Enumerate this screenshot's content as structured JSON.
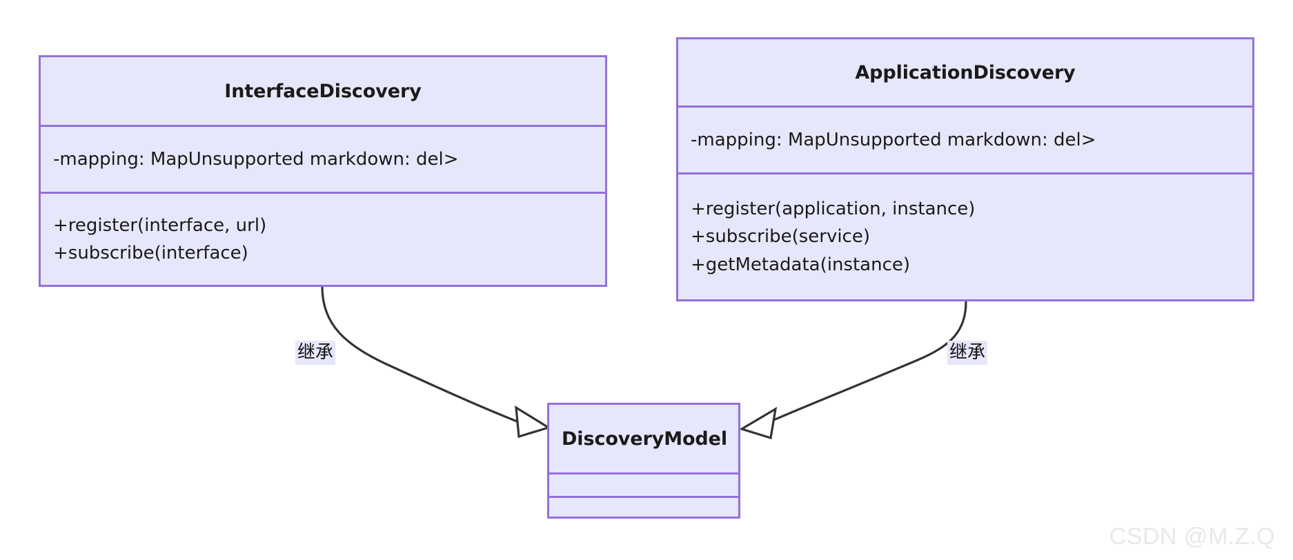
{
  "diagram": {
    "type": "uml-class-diagram",
    "background": "#ffffff",
    "palette": {
      "box_fill": "#e7e7fb",
      "box_border": "#9370db",
      "edge_stroke": "#333333",
      "text": "#1a1a1a",
      "watermark": "#e8e8e8"
    },
    "classes": [
      {
        "id": "interface-discovery",
        "name": "InterfaceDiscovery",
        "attributes": [
          "-mapping: MapUnsupported markdown: del>"
        ],
        "methods": [
          "+register(interface, url)",
          "+subscribe(interface)"
        ]
      },
      {
        "id": "application-discovery",
        "name": "ApplicationDiscovery",
        "attributes": [
          "-mapping: MapUnsupported markdown: del>"
        ],
        "methods": [
          "+register(application, instance)",
          "+subscribe(service)",
          "+getMetadata(instance)"
        ]
      },
      {
        "id": "discovery-model",
        "name": "DiscoveryModel",
        "attributes": [
          ""
        ],
        "methods": [
          ""
        ]
      }
    ],
    "relationships": [
      {
        "id": "inheritance-left",
        "from": "interface-discovery",
        "to": "discovery-model",
        "kind": "generalization",
        "label": "继承",
        "arrowhead": "hollow-triangle"
      },
      {
        "id": "inheritance-right",
        "from": "application-discovery",
        "to": "discovery-model",
        "kind": "generalization",
        "label": "继承",
        "arrowhead": "hollow-triangle"
      }
    ]
  },
  "watermark": {
    "text": "CSDN @M.Z.Q"
  }
}
